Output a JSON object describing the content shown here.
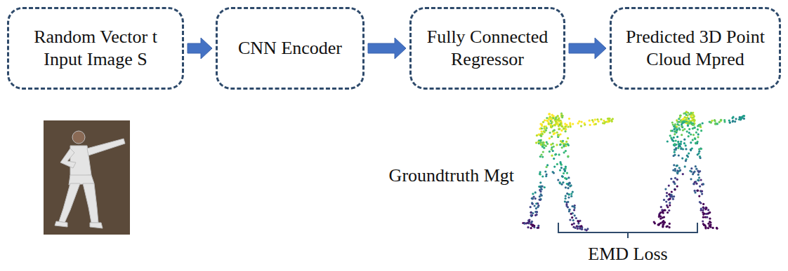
{
  "diagram": {
    "nodes": [
      {
        "text": [
          "Random Vector t",
          "Input Image S"
        ]
      },
      {
        "text": [
          "CNN Encoder"
        ]
      },
      {
        "text": [
          "Fully Connected Regressor"
        ]
      },
      {
        "text": [
          "Predicted 3D Point Cloud Mpred"
        ]
      }
    ],
    "edges": [
      {
        "from": 0,
        "to": 1,
        "arrow": "to"
      },
      {
        "from": 1,
        "to": 2,
        "arrow": "to"
      },
      {
        "from": 2,
        "to": 3,
        "arrow": "to"
      }
    ],
    "labels": [
      "Groundtruth Mgt",
      "EMD Loss"
    ]
  }
}
